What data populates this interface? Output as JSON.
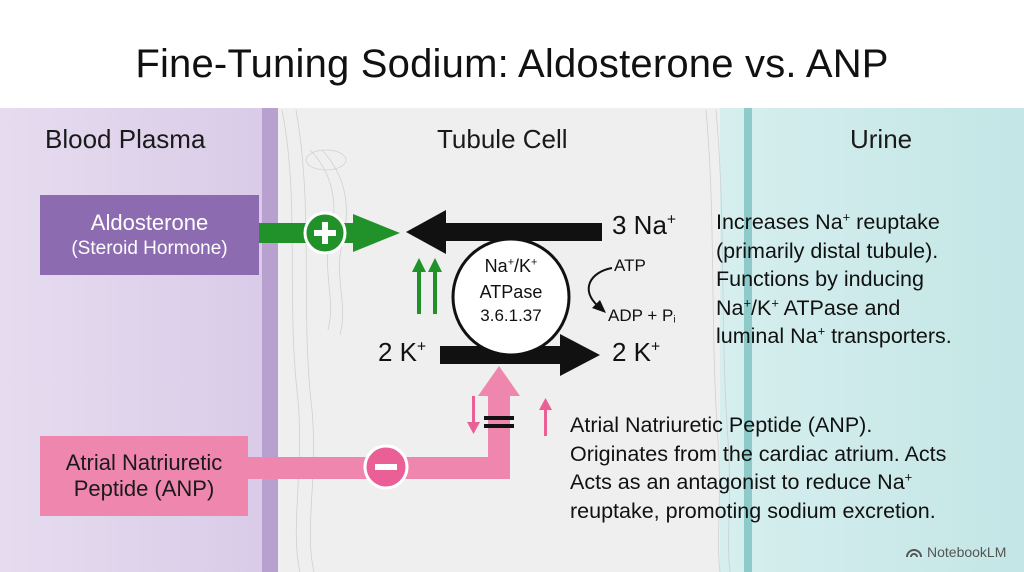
{
  "title": "Fine-Tuning Sodium: Aldosterone vs. ANP",
  "regions": {
    "plasma": "Blood Plasma",
    "cell": "Tubule Cell",
    "urine": "Urine"
  },
  "aldosterone": {
    "name": "Aldosterone",
    "subtitle": "(Steroid Hormone)",
    "effect_symbol": "+"
  },
  "anp": {
    "line1": "Atrial Natriuretic",
    "line2": "Peptide (ANP)",
    "effect_symbol": "−"
  },
  "pump": {
    "line1_a": "Na",
    "line1_sup1": "+",
    "line1_b": "/K",
    "line1_sup2": "+",
    "line2": "ATPase",
    "line3": "3.6.1.37"
  },
  "ions": {
    "na_in_count": "3 Na",
    "na_in_charge": "+",
    "k_left_count": "2 K",
    "k_left_charge": "+",
    "k_right_count": "2 K",
    "k_right_charge": "+"
  },
  "energy": {
    "atp": "ATP",
    "adp": "ADP + P",
    "adp_sub": "i"
  },
  "aldo_text": {
    "l1_a": "Increases Na",
    "l1_sup": "+",
    "l1_b": " reuptake",
    "l2": "(primarily distal tubule).",
    "l3": "Functions by inducing",
    "l4_a": "Na",
    "l4_sup1": "+",
    "l4_b": "/K",
    "l4_sup2": "+",
    "l4_c": " ATPase and",
    "l5_a": "luminal Na",
    "l5_sup": "+",
    "l5_b": " transporters."
  },
  "anp_text": {
    "l1": "Atrial Natriuretic Peptide (ANP).",
    "l2": "Originates from the cardiac atrium. Acts",
    "l3_a": "Acts as an antagonist to reduce Na",
    "l3_sup": "+",
    "l4": " reuptake, promoting sodium excretion."
  },
  "watermark": "NotebookLM",
  "colors": {
    "plasma_bg": "#ddd0ea",
    "cell_bg": "#efefef",
    "urine_bg": "#cdeaea",
    "aldosterone": "#8d6bb0",
    "anp": "#ef86ad",
    "stimulate": "#21922a",
    "inhibit": "#e95f96",
    "arrow": "#111111"
  }
}
